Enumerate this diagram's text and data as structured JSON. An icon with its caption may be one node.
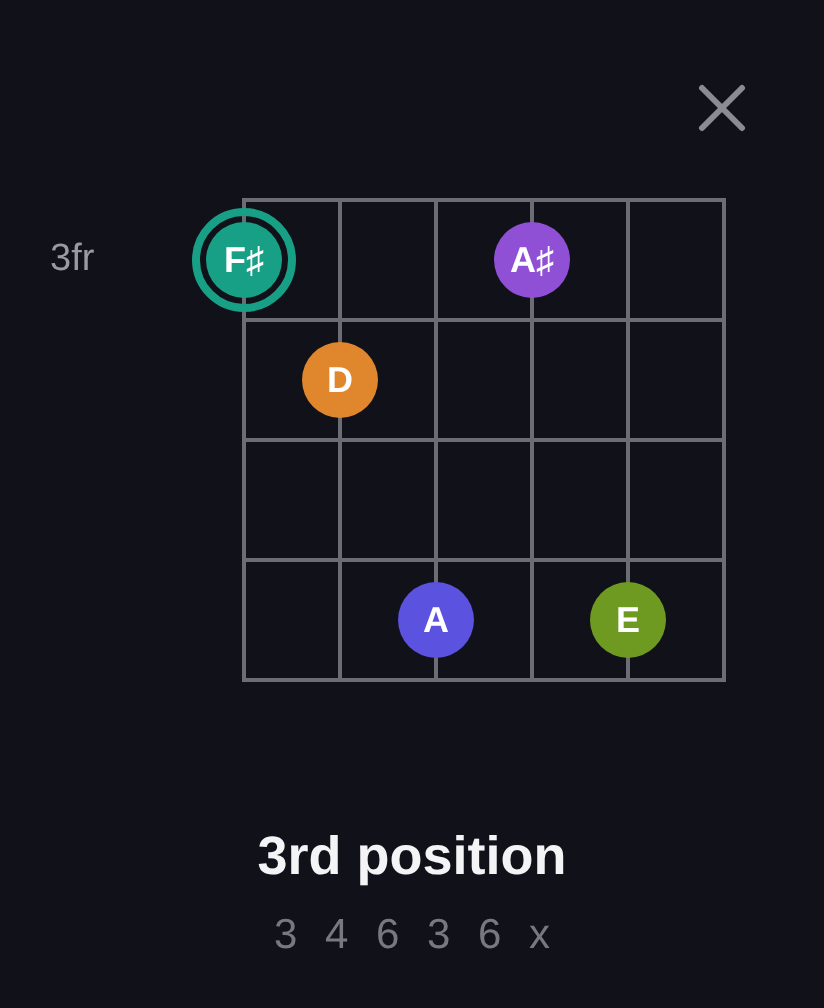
{
  "diagram": {
    "title": "3rd position",
    "nodes": [
      {
        "text": [
          "F♯"
        ]
      },
      {
        "text": [
          "A♯"
        ]
      },
      {
        "text": [
          "D"
        ]
      },
      {
        "text": [
          "A"
        ]
      },
      {
        "text": [
          "E"
        ]
      }
    ],
    "labels": [
      "3fr",
      "3 4 6 3 6 x"
    ]
  }
}
